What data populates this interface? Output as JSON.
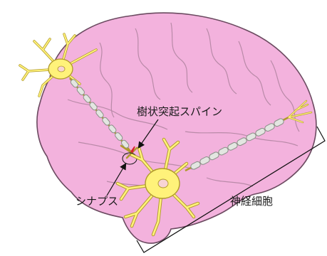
{
  "labels": {
    "dendritic_spine": "樹状突起スパイン",
    "synapse": "シナプス",
    "neuron": "神経細胞"
  },
  "colors": {
    "brain_fill": "#f3b2dd",
    "brain_outline": "#6b4a60",
    "gyri_lines": "#b98aa8",
    "neuron_fill": "#fff27a",
    "neuron_outline": "#b09a2a",
    "nucleus_fill": "#f8d4d4",
    "myelin_fill": "#e3e6e1",
    "myelin_outline": "#8a8f88",
    "spine_arrow": "#d9232e",
    "leader_lines": "#111111"
  }
}
